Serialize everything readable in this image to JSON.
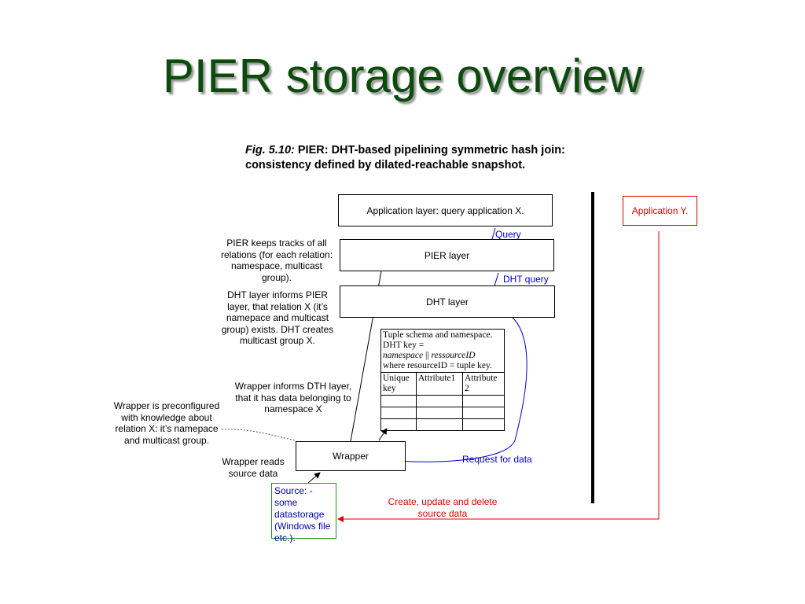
{
  "title": "PIER storage overview",
  "caption": {
    "fig": "Fig. 5.10:",
    "text": " PIER: DHT-based pipelining symmetric hash join: consistency defined by dilated-reachable snapshot."
  },
  "boxes": {
    "application_layer": "Application layer: query application X.",
    "pier_layer": "PIER layer",
    "dht_layer": "DHT layer",
    "wrapper": "Wrapper",
    "application_y": "Application Y.",
    "source": "Source: - some datastorage (Windows file etc.)."
  },
  "labels": {
    "query": "Query",
    "dht_query": "DHT query",
    "request_for_data": "Request for data",
    "create_update_delete": "Create, update and delete source data"
  },
  "notes": {
    "pier_tracks": "PIER keeps tracks of all relations (for each relation: namespace, multicast group).",
    "dht_informs": "DHT layer informs PIER layer, that relation  X (it’s namepace and multicast group) exists. DHT creates multicast group X.",
    "wrapper_informs": "Wrapper informs DTH layer, that it has data belonging to namespace X",
    "wrapper_preconfigured": "Wrapper is preconfigured with knowledge about relation X: it’s namepace and multicast group.",
    "wrapper_reads": "Wrapper reads source data"
  },
  "table": {
    "header_line1": "Tuple schema and namespace.",
    "header_line2": "DHT key =",
    "header_line3_a": "namespace",
    "header_line3_b": " || ",
    "header_line3_c": "ressourceID",
    "header_line4": "where resourceID = tuple key.",
    "columns": [
      "Unique key",
      "Attribute1",
      "Attribute 2"
    ]
  },
  "colors": {
    "title": "#0c4b0c",
    "flow_blue": "#0000cc",
    "flow_red": "#e00000",
    "source_border": "#2a8a2a"
  }
}
